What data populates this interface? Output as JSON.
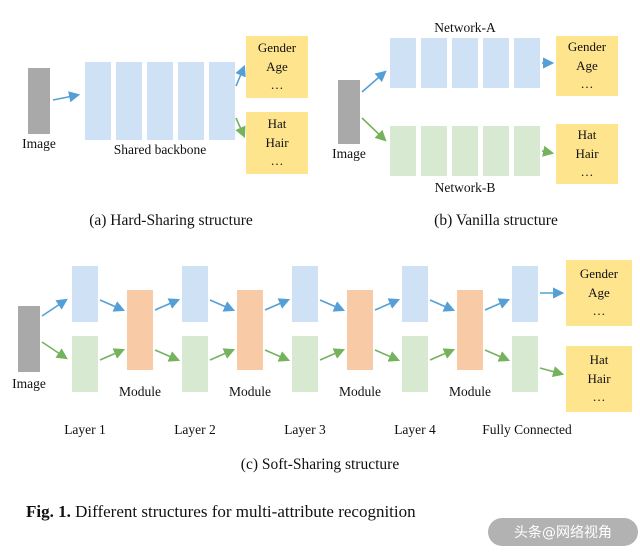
{
  "colors": {
    "block_blue": "#cfe1f4",
    "block_green": "#d8e9d2",
    "block_orange": "#f8cba6",
    "block_yellow": "#ffe48e",
    "block_gray": "#a9a9a9",
    "arrow_blue": "#54a0d6",
    "arrow_green": "#74b35c"
  },
  "panel_a": {
    "image_label": "Image",
    "backbone_label": "Shared backbone",
    "caption": "(a) Hard-Sharing structure",
    "output_top": [
      "Gender",
      "Age",
      "…"
    ],
    "output_bottom": [
      "Hat",
      "Hair",
      "…"
    ]
  },
  "panel_b": {
    "image_label": "Image",
    "network_a": "Network-A",
    "network_b": "Network-B",
    "caption": "(b) Vanilla structure",
    "output_top": [
      "Gender",
      "Age",
      "…"
    ],
    "output_bottom": [
      "Hat",
      "Hair",
      "…"
    ]
  },
  "panel_c": {
    "image_label": "Image",
    "module_label": "Module",
    "layers": [
      "Layer 1",
      "Layer 2",
      "Layer 3",
      "Layer 4",
      "Fully Connected"
    ],
    "caption": "(c) Soft-Sharing structure",
    "output_top": [
      "Gender",
      "Age",
      "…"
    ],
    "output_bottom": [
      "Hat",
      "Hair",
      "…"
    ]
  },
  "figure_caption": {
    "prefix": "Fig. 1.",
    "text": " Different structures for multi-attribute recognition"
  },
  "watermark": "头条@网络视角"
}
